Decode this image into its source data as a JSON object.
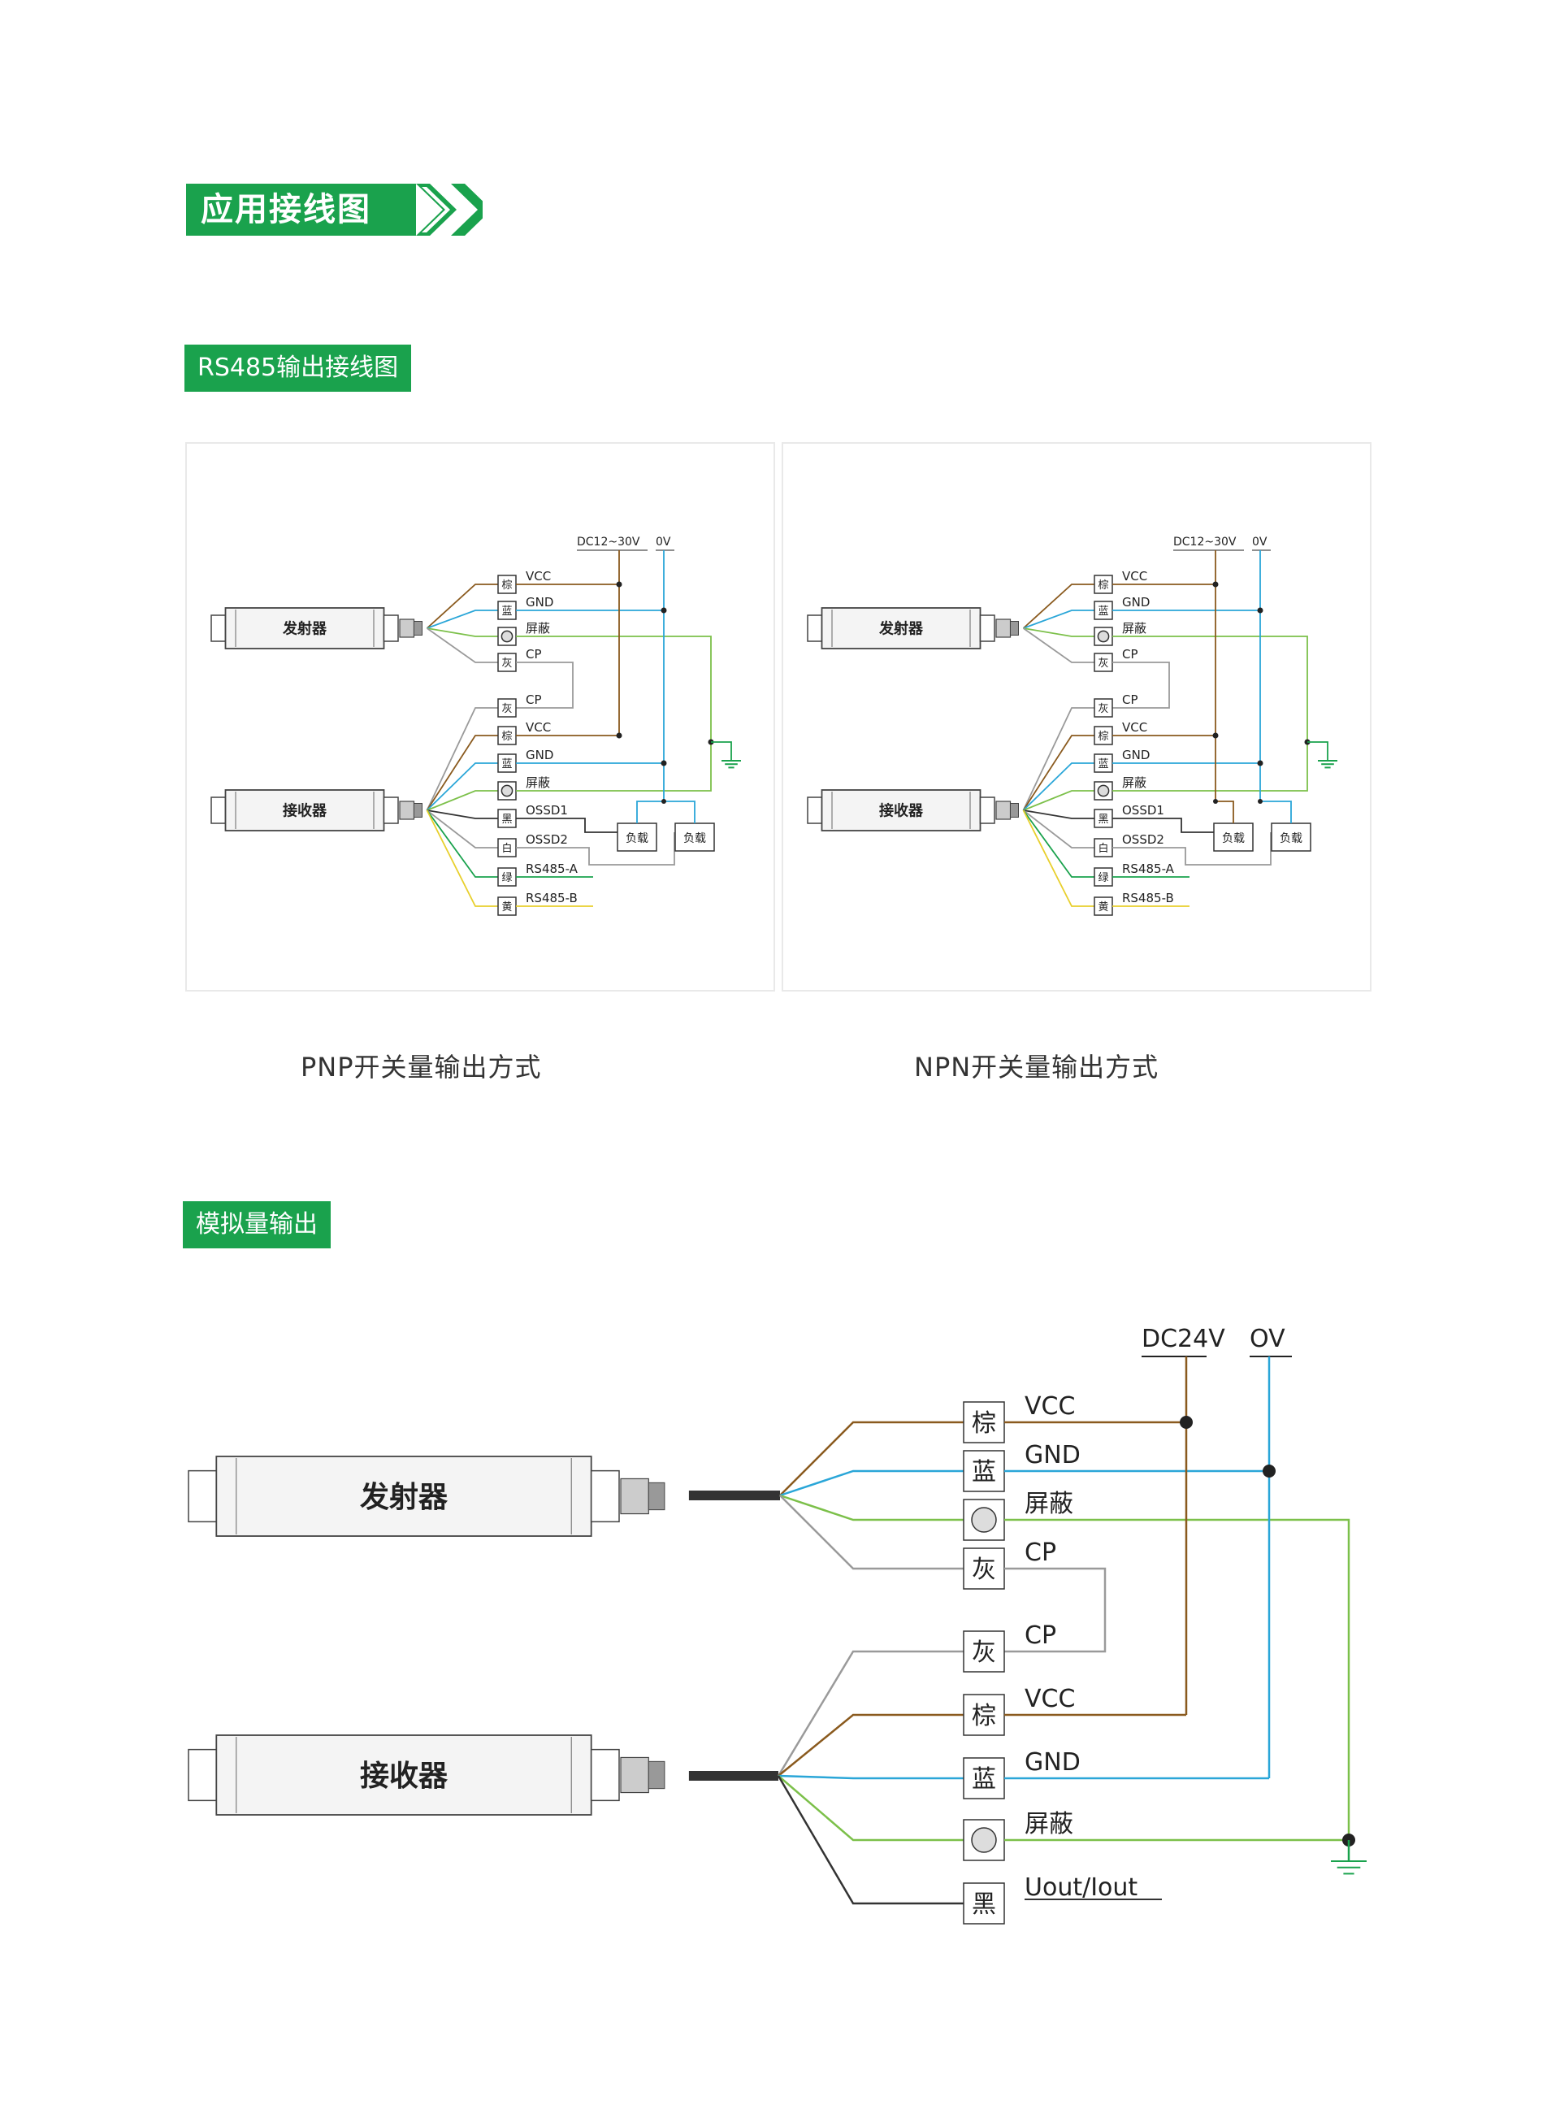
{
  "page_title": "应用接线图",
  "rs485": {
    "section_label": "RS485输出接线图",
    "supply_label": "DC12~30V",
    "zero_label": "0V",
    "emitter_label": "发射器",
    "receiver_label": "接收器",
    "load_label": "负载",
    "pnp_caption": "PNP开关量输出方式",
    "npn_caption": "NPN开关量输出方式",
    "emitter_wires": [
      {
        "color_label": "棕",
        "signal": "VCC",
        "color": "#8a5a1e"
      },
      {
        "color_label": "蓝",
        "signal": "GND",
        "color": "#2aa6d8"
      },
      {
        "color_label": "",
        "signal": "屏蔽",
        "color": "#7cc04a"
      },
      {
        "color_label": "灰",
        "signal": "CP",
        "color": "#9a9a9a"
      }
    ],
    "receiver_wires": [
      {
        "color_label": "灰",
        "signal": "CP",
        "color": "#9a9a9a"
      },
      {
        "color_label": "棕",
        "signal": "VCC",
        "color": "#8a5a1e"
      },
      {
        "color_label": "蓝",
        "signal": "GND",
        "color": "#2aa6d8"
      },
      {
        "color_label": "",
        "signal": "屏蔽",
        "color": "#7cc04a"
      },
      {
        "color_label": "黑",
        "signal": "OSSD1",
        "color": "#333333"
      },
      {
        "color_label": "白",
        "signal": "OSSD2",
        "color": "#999999"
      },
      {
        "color_label": "绿",
        "signal": "RS485-A",
        "color": "#1aa24d"
      },
      {
        "color_label": "黄",
        "signal": "RS485-B",
        "color": "#e8cf2c"
      }
    ]
  },
  "analog": {
    "section_label": "模拟量输出",
    "supply_label": "DC24V",
    "zero_label": "OV",
    "emitter_label": "发射器",
    "receiver_label": "接收器",
    "emitter_wires": [
      {
        "color_label": "棕",
        "signal": "VCC",
        "color": "#8a5a1e"
      },
      {
        "color_label": "蓝",
        "signal": "GND",
        "color": "#2aa6d8"
      },
      {
        "color_label": "",
        "signal": "屏蔽",
        "color": "#7cc04a"
      },
      {
        "color_label": "灰",
        "signal": "CP",
        "color": "#9a9a9a"
      }
    ],
    "receiver_wires": [
      {
        "color_label": "灰",
        "signal": "CP",
        "color": "#9a9a9a"
      },
      {
        "color_label": "棕",
        "signal": "VCC",
        "color": "#8a5a1e"
      },
      {
        "color_label": "蓝",
        "signal": "GND",
        "color": "#2aa6d8"
      },
      {
        "color_label": "",
        "signal": "屏蔽",
        "color": "#7cc04a"
      },
      {
        "color_label": "黑",
        "signal": "Uout/Iout",
        "color": "#333333"
      }
    ]
  }
}
